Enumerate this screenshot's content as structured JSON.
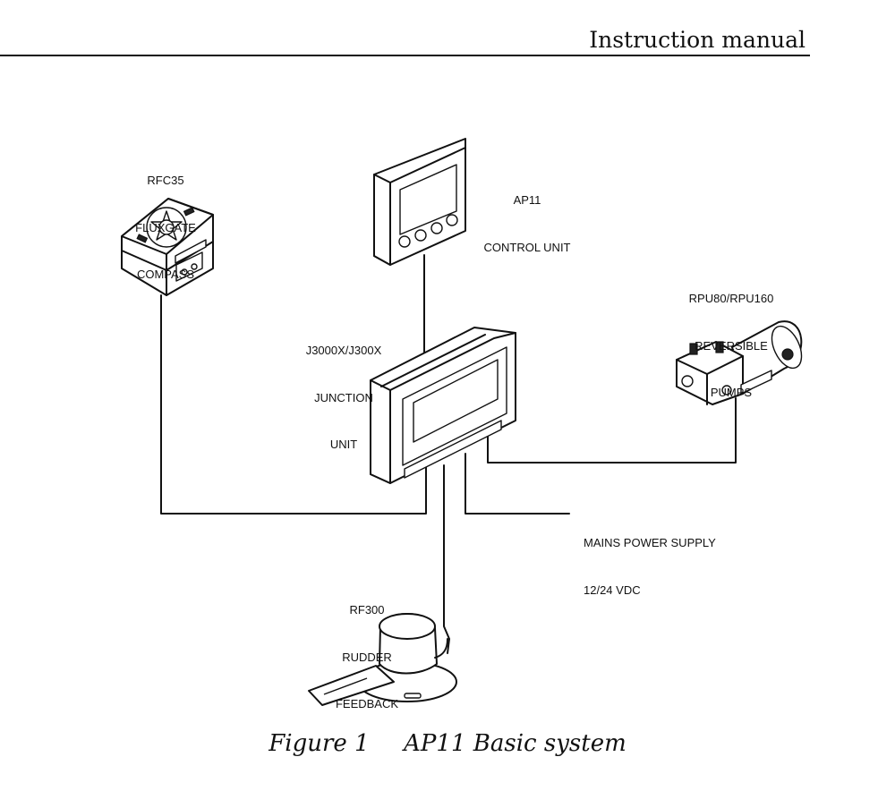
{
  "header": {
    "title": "Instruction manual"
  },
  "components": {
    "compass": {
      "line1": "RFC35",
      "line2": "FLUXGATE",
      "line3": "COMPASS"
    },
    "control": {
      "line1": "AP11",
      "line2": "CONTROL UNIT"
    },
    "junction": {
      "line1": "J3000X/J300X",
      "line2": "JUNCTION",
      "line3": "UNIT"
    },
    "pump": {
      "line1": "RPU80/RPU160",
      "line2": "REVERSIBLE",
      "line3": "PUMPS"
    },
    "power": {
      "line1": "MAINS POWER SUPPLY",
      "line2": "12/24 VDC"
    },
    "rudder": {
      "line1": "RF300",
      "line2": "RUDDER",
      "line3": "FEEDBACK"
    }
  },
  "caption": {
    "figure": "Figure 1",
    "title": "AP11 Basic system"
  }
}
